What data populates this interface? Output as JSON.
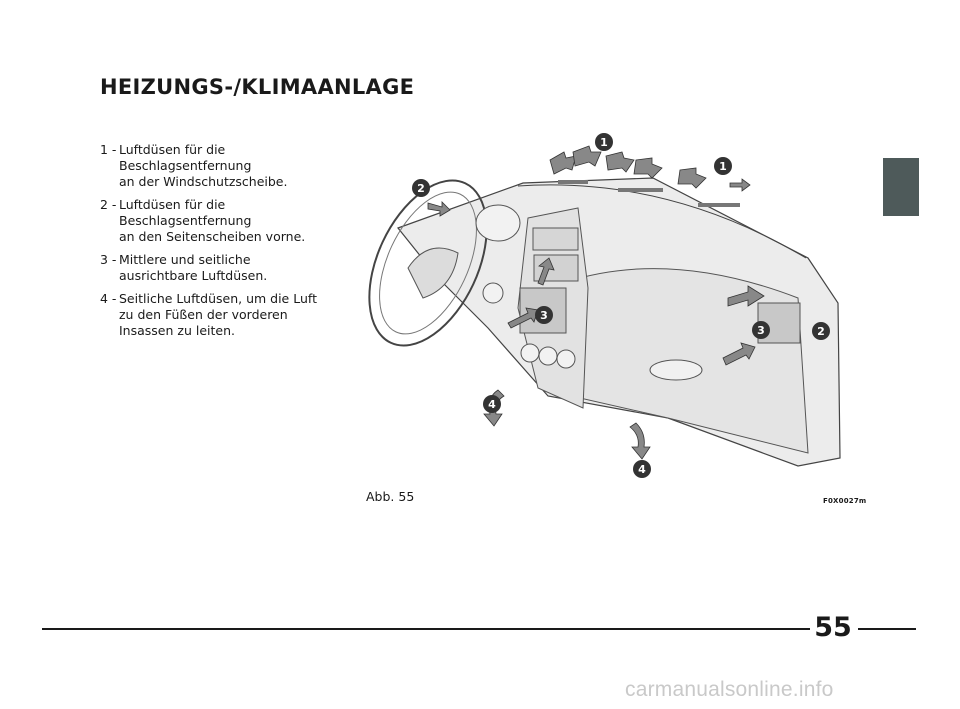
{
  "page": {
    "title": "HEIZUNGS-/KLIMAANLAGE",
    "legend": [
      {
        "num": "1 -",
        "text": "Luftdüsen für die\nBeschlagsentfernung\nan der Windschutzscheibe."
      },
      {
        "num": "2 -",
        "text": "Luftdüsen für die\nBeschlagsentfernung\nan den Seitenscheiben vorne."
      },
      {
        "num": "3 -",
        "text": "Mittlere und seitliche\nausrichtbare Luftdüsen."
      },
      {
        "num": "4 -",
        "text": "Seitliche Luftdüsen, um die Luft\nzu den Füßen der vorderen\nInsassen zu leiten."
      }
    ],
    "figure": {
      "caption": "Abb. 55",
      "code": "F0X0027m",
      "markers": [
        "1",
        "1",
        "2",
        "2",
        "3",
        "3",
        "4",
        "4"
      ]
    },
    "page_number": "55",
    "watermark": "carmanualsonline.info"
  },
  "colors": {
    "text": "#1a1a1a",
    "tab": "#4e5a5a",
    "dash": "#e9e9e9",
    "badge": "#333333"
  }
}
